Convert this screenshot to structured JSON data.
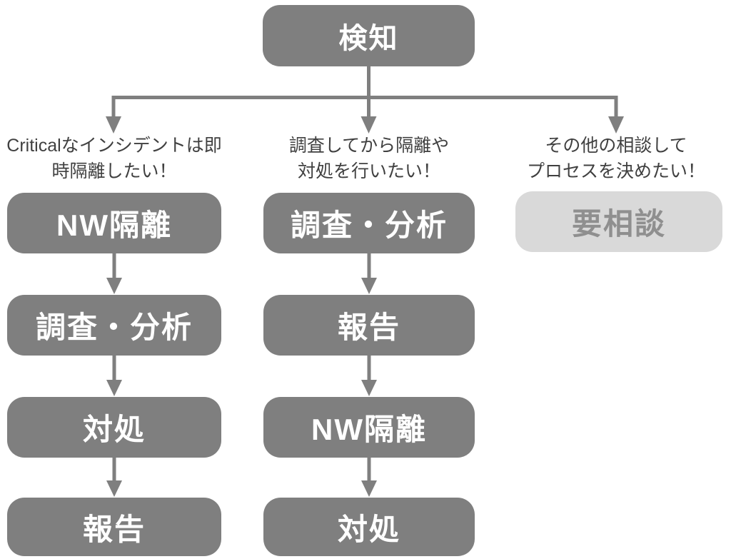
{
  "diagram": {
    "type": "flowchart",
    "root": {
      "label": "検知"
    },
    "branches": [
      {
        "caption_line1": "Criticalなインシデントは即",
        "caption_line2": "時隔離したい！",
        "steps": [
          "NW隔離",
          "調査・分析",
          "対処",
          "報告"
        ]
      },
      {
        "caption_line1": "調査してから隔離や",
        "caption_line2": "対処を行いたい！",
        "steps": [
          "調査・分析",
          "報告",
          "NW隔離",
          "対処"
        ]
      },
      {
        "caption_line1": "その他の相談して",
        "caption_line2": "プロセスを決めたい！",
        "steps": [
          "要相談"
        ]
      }
    ]
  },
  "colors": {
    "node_fill": "#7f7f7f",
    "node_text": "#ffffff",
    "consult_fill": "#d9d9d9",
    "consult_text": "#8f8f8f",
    "connector": "#7f7f7f",
    "caption_text": "#404040",
    "background": "#ffffff"
  }
}
